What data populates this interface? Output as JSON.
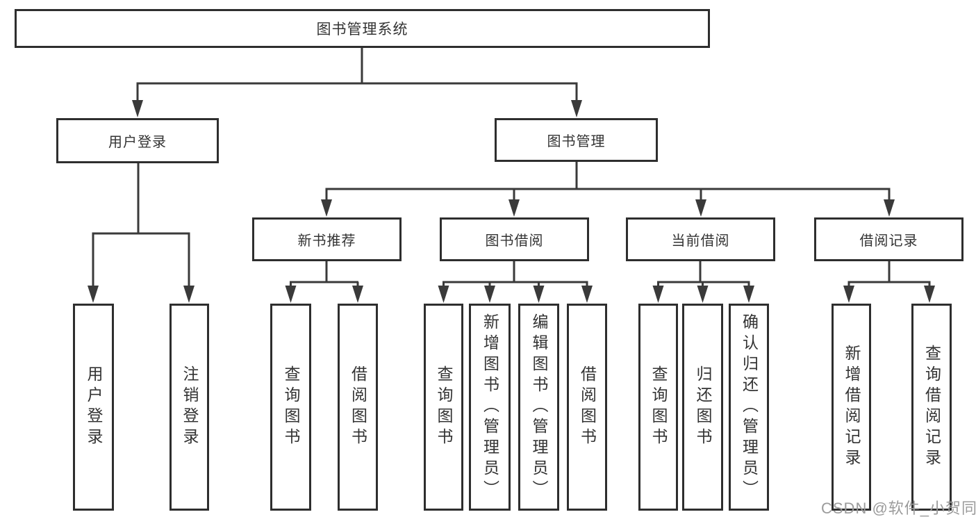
{
  "diagram": {
    "title": "图书管理系统",
    "type": "tree-structure-chart",
    "colors": {
      "background": "#ffffff",
      "box_border": "#2e2e2e",
      "line": "#3a3a3a",
      "text": "#333333",
      "watermark": "#9b9b9b"
    },
    "watermark": "CSDN @软件_小贺同学",
    "nodes": {
      "root": {
        "label": "图书管理系统"
      },
      "user_login": {
        "label": "用户登录"
      },
      "book_management": {
        "label": "图书管理"
      },
      "new_book_recommend": {
        "label": "新书推荐"
      },
      "book_borrow": {
        "label": "图书借阅"
      },
      "current_borrow": {
        "label": "当前借阅"
      },
      "borrow_records": {
        "label": "借阅记录"
      },
      "leaf_user_login": {
        "label": "用户登录"
      },
      "leaf_logout": {
        "label": "注销登录"
      },
      "leaf_nbr_query_books": {
        "label": "查询图书"
      },
      "leaf_nbr_borrow_books": {
        "label": "借阅图书"
      },
      "leaf_bb_query_books": {
        "label": "查询图书"
      },
      "leaf_bb_add_books_admin": {
        "label": "新增图书（管理员）"
      },
      "leaf_bb_edit_books_admin": {
        "label": "编辑图书（管理员）"
      },
      "leaf_bb_borrow_books": {
        "label": "借阅图书"
      },
      "leaf_cb_query_books": {
        "label": "查询图书"
      },
      "leaf_cb_return_books": {
        "label": "归还图书"
      },
      "leaf_cb_confirm_return_admin": {
        "label": "确认归还（管理员）"
      },
      "leaf_br_add_record": {
        "label": "新增借阅记录"
      },
      "leaf_br_query_record": {
        "label": "查询借阅记录"
      }
    },
    "hierarchy": {
      "图书管理系统": [
        "用户登录",
        "图书管理"
      ],
      "用户登录": [
        "用户登录",
        "注销登录"
      ],
      "图书管理": [
        "新书推荐",
        "图书借阅",
        "当前借阅",
        "借阅记录"
      ],
      "新书推荐": [
        "查询图书",
        "借阅图书"
      ],
      "图书借阅": [
        "查询图书",
        "新增图书（管理员）",
        "编辑图书（管理员）",
        "借阅图书"
      ],
      "当前借阅": [
        "查询图书",
        "归还图书",
        "确认归还（管理员）"
      ],
      "借阅记录": [
        "新增借阅记录",
        "查询借阅记录"
      ]
    }
  }
}
